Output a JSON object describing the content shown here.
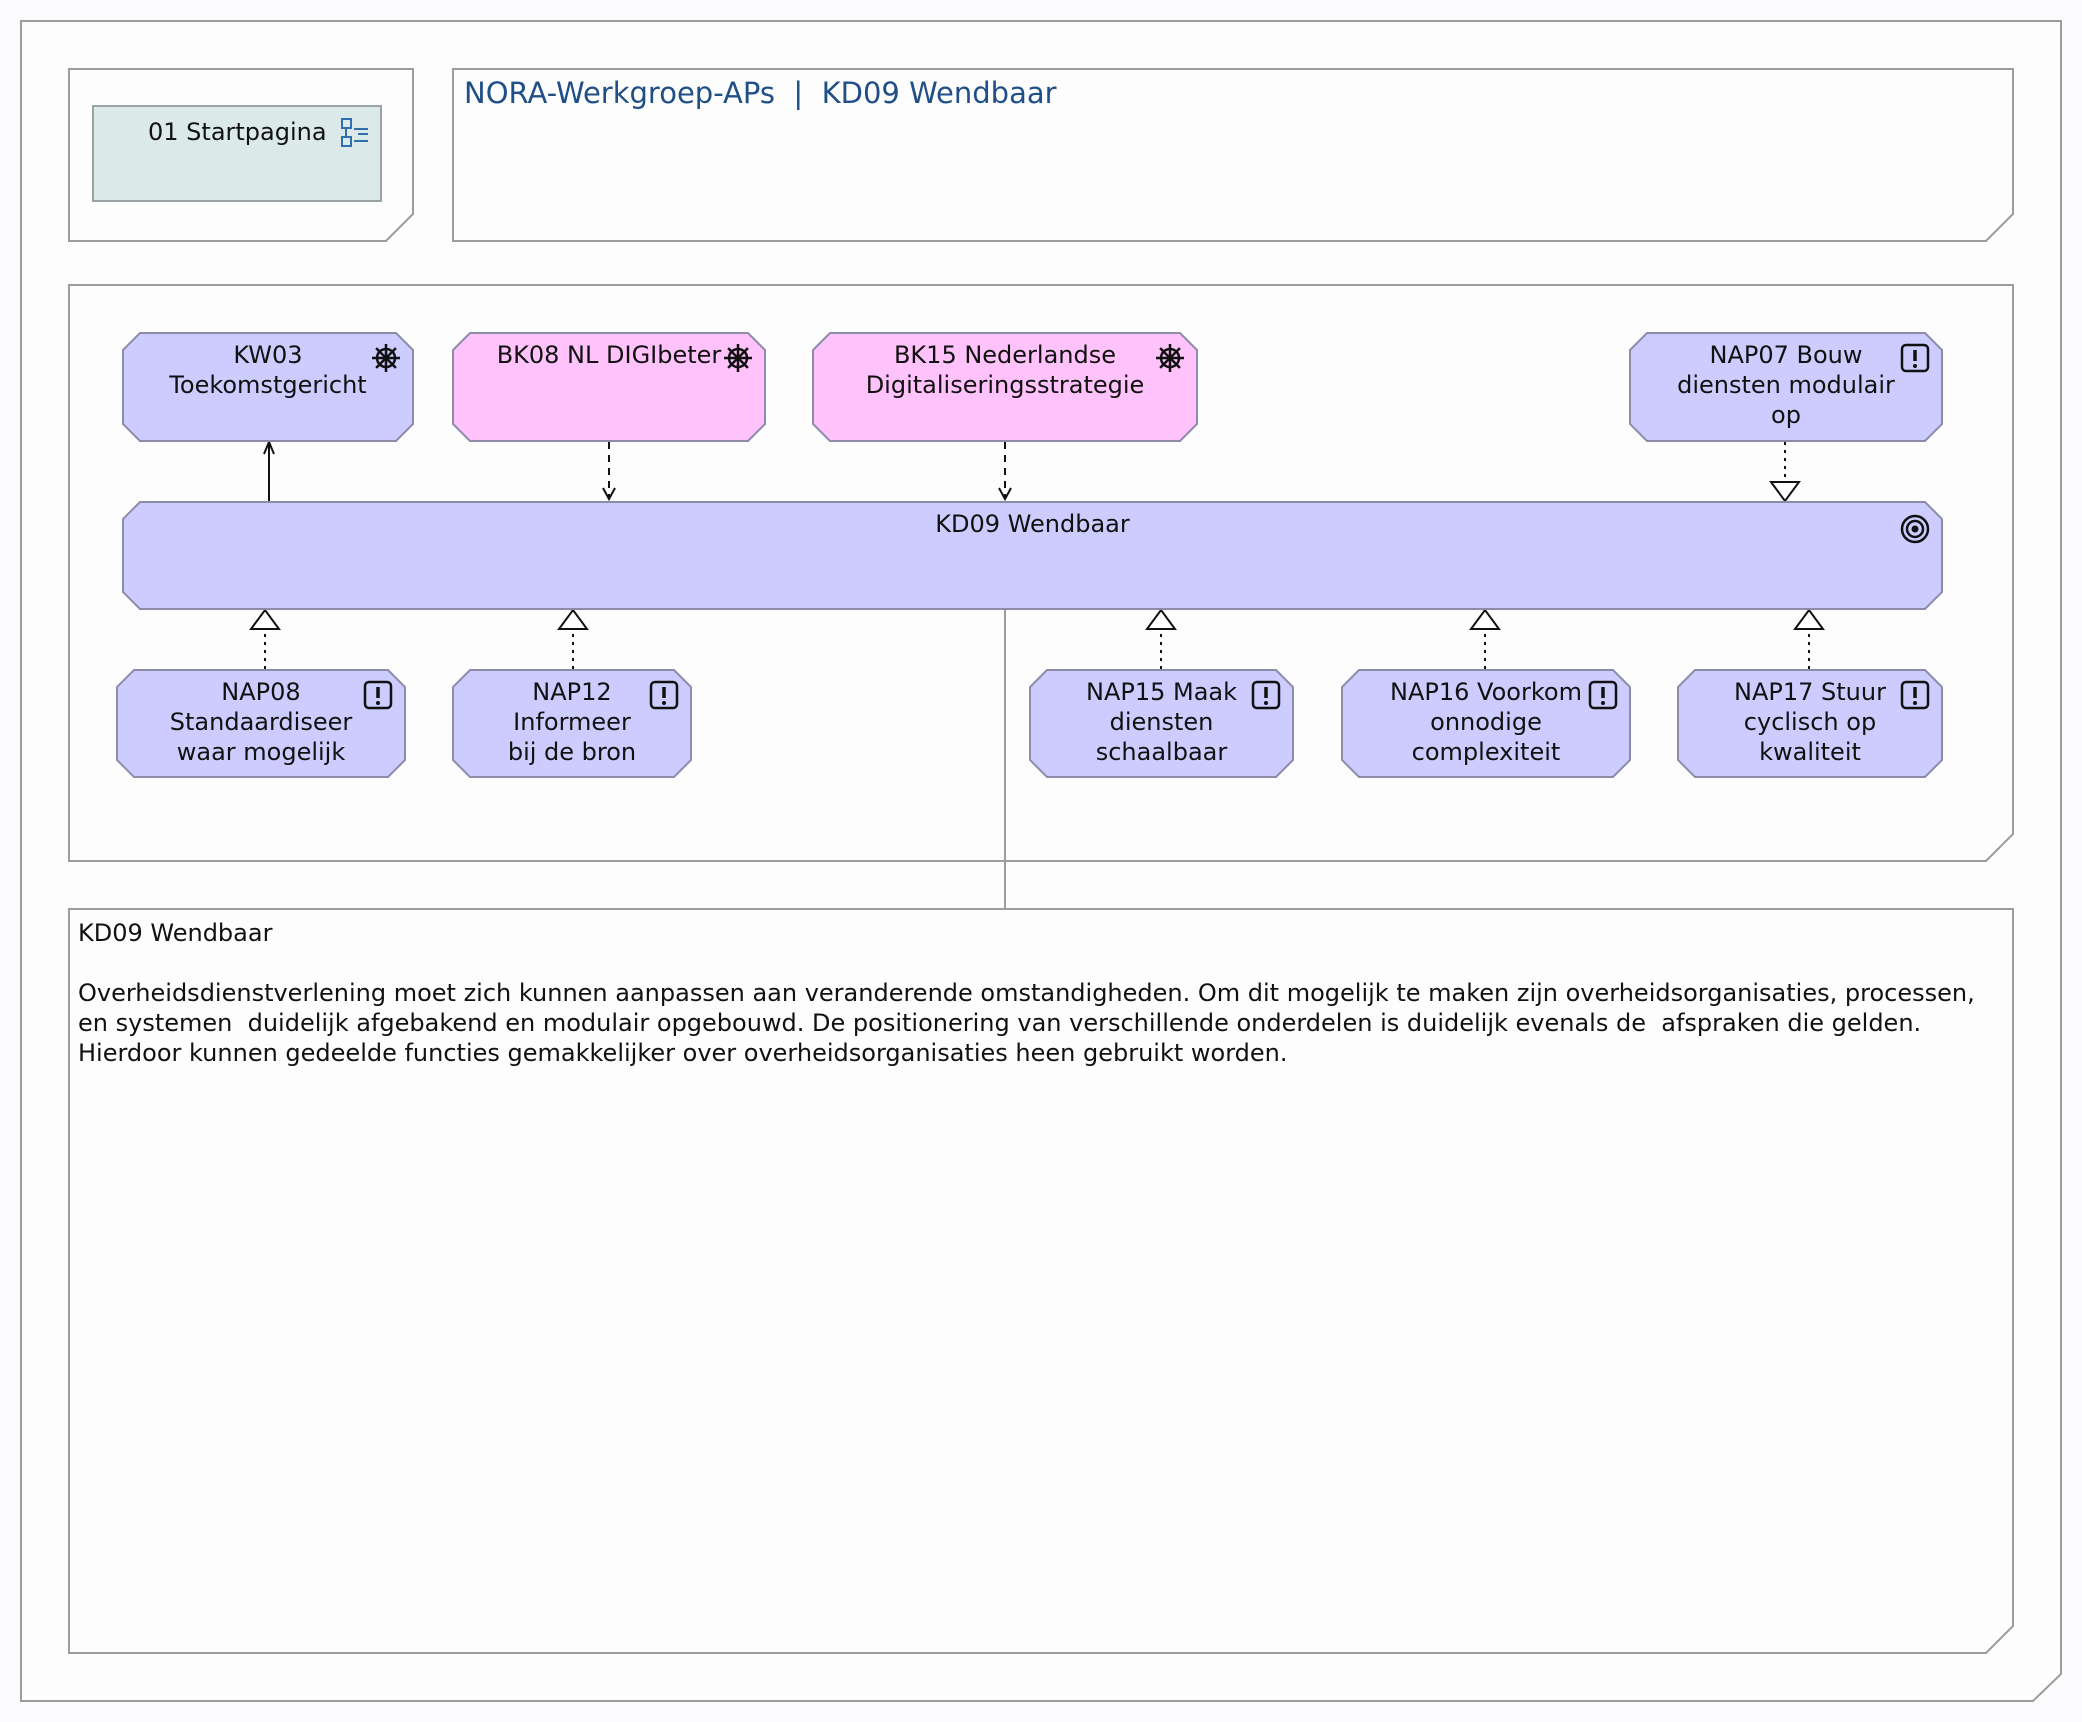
{
  "header": {
    "start_link_label": "01 Startpagina",
    "page_title": "NORA-Werkgroep-APs  |  KD09 Wendbaar"
  },
  "colors": {
    "requirement_fill": "#ccccff",
    "driver_pink_fill": "#ffc2fa",
    "start_link_fill": "#dbeae9",
    "title_blue": "#1f4f86",
    "frame_border": "#9c9c9c"
  },
  "nodes": {
    "kw03": {
      "label": "KW03\nToekomstgericht",
      "icon": "helm-icon"
    },
    "bk08": {
      "label": "BK08 NL DIGIbeter",
      "icon": "helm-icon"
    },
    "bk15": {
      "label": "BK15 Nederlandse\nDigitaliseringsstrategie",
      "icon": "helm-icon"
    },
    "nap07": {
      "label": "NAP07 Bouw\ndiensten modulair\nop",
      "icon": "principle-icon"
    },
    "kd09": {
      "label": "KD09 Wendbaar",
      "icon": "goal-icon"
    },
    "nap08": {
      "label": "NAP08\nStandaardiseer\nwaar mogelijk",
      "icon": "principle-icon"
    },
    "nap12": {
      "label": "NAP12\nInformeer\nbij de bron",
      "icon": "principle-icon"
    },
    "nap15": {
      "label": "NAP15 Maak\ndiensten\nschaalbaar",
      "icon": "principle-icon"
    },
    "nap16": {
      "label": "NAP16 Voorkom\nonnodige\ncomplexiteit",
      "icon": "principle-icon"
    },
    "nap17": {
      "label": "NAP17 Stuur\ncyclisch op\nkwaliteit",
      "icon": "principle-icon"
    }
  },
  "description": {
    "title": "KD09 Wendbaar",
    "body": "Overheidsdienstverlening moet zich kunnen aanpassen aan veranderende omstandigheden. Om dit mogelijk te maken zijn overheidsorganisaties, processen, en systemen  duidelijk afgebakend en modulair opgebouwd. De positionering van verschillende onderdelen is duidelijk evenals de  afspraken die gelden. Hierdoor kunnen gedeelde functies gemakkelijker over overheidsorganisaties heen gebruikt worden."
  }
}
